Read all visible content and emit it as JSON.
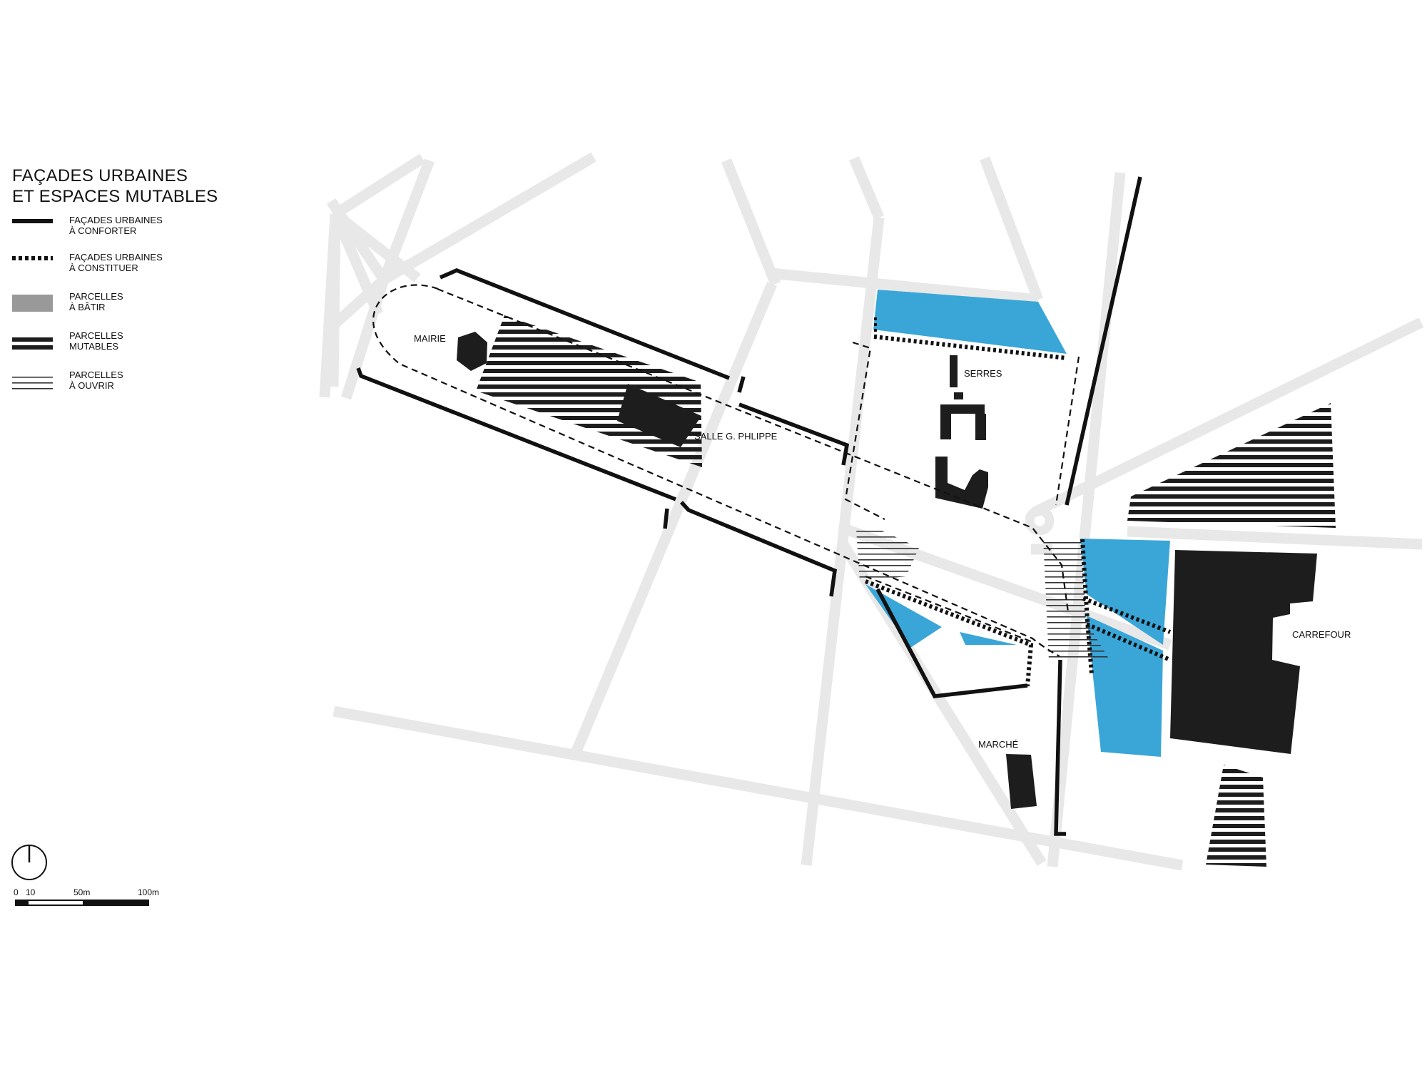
{
  "legend": {
    "title_line1": "FAÇADES URBAINES",
    "title_line2": "ET ESPACES MUTABLES",
    "items": [
      {
        "line1": "FAÇADES URBAINES",
        "line2": "À CONFORTER",
        "symbol": "solid-line"
      },
      {
        "line1": "FAÇADES URBAINES",
        "line2": "À CONSTITUER",
        "symbol": "dotted-line"
      },
      {
        "line1": "PARCELLES",
        "line2": "À BÂTIR",
        "symbol": "grey-fill"
      },
      {
        "line1": "PARCELLES",
        "line2": "MUTABLES",
        "symbol": "thick-hatch"
      },
      {
        "line1": "PARCELLES",
        "line2": "À OUVRIR",
        "symbol": "thin-hatch"
      }
    ]
  },
  "labels": {
    "mairie": "MAIRIE",
    "salle": "SALLE G. PHLIPPE",
    "serres": "SERRES",
    "carrefour": "CARREFOUR",
    "marche": "MARCHÉ"
  },
  "scale": {
    "tick0": "0",
    "tick1": "10",
    "tick2": "50m",
    "tick3": "100m"
  },
  "colors": {
    "road": "#e8e8e8",
    "blue": "#3aa6d8",
    "building": "#1d1d1d",
    "line": "#111111"
  }
}
